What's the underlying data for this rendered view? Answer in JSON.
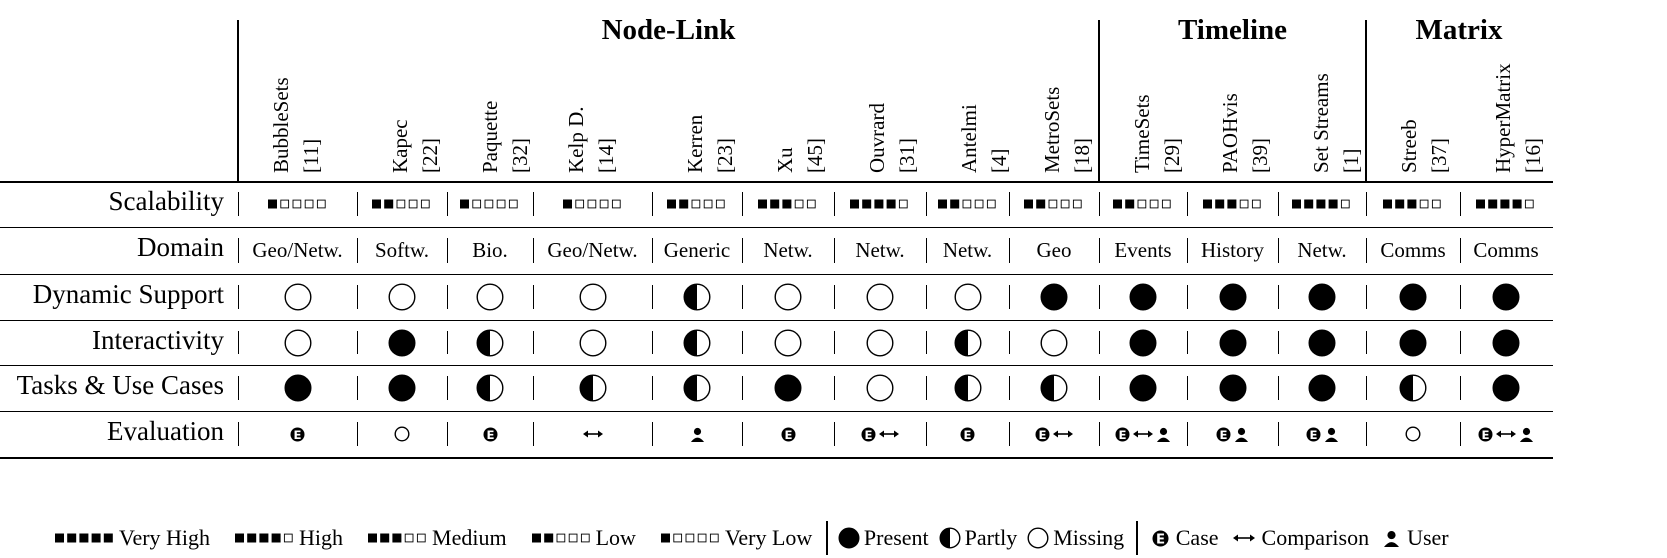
{
  "groups": [
    {
      "name": "Node-Link"
    },
    {
      "name": "Timeline"
    },
    {
      "name": "Matrix"
    }
  ],
  "columns": [
    {
      "name": "BubbleSets",
      "ref": "[11]"
    },
    {
      "name": "Kapec",
      "ref": "[22]"
    },
    {
      "name": "Paquette",
      "ref": "[32]"
    },
    {
      "name": "Kelp D.",
      "ref": "[14]"
    },
    {
      "name": "Kerren",
      "ref": "[23]"
    },
    {
      "name": "Xu",
      "ref": "[45]"
    },
    {
      "name": "Ouvrard",
      "ref": "[31]"
    },
    {
      "name": "Antelmi",
      "ref": "[4]"
    },
    {
      "name": "MetroSets",
      "ref": "[18]"
    },
    {
      "name": "TimeSets",
      "ref": "[29]"
    },
    {
      "name": "PAOHvis",
      "ref": "[39]"
    },
    {
      "name": "Set Streams",
      "ref": "[1]"
    },
    {
      "name": "Streeb",
      "ref": "[37]"
    },
    {
      "name": "HyperMatrix",
      "ref": "[16]"
    }
  ],
  "rows": {
    "scalability": {
      "label": "Scalability",
      "values": [
        1,
        2,
        1,
        1,
        2,
        3,
        4,
        2,
        2,
        2,
        3,
        4,
        3,
        4
      ]
    },
    "domain": {
      "label": "Domain",
      "values": [
        "Geo/Netw.",
        "Softw.",
        "Bio.",
        "Geo/Netw.",
        "Generic",
        "Netw.",
        "Netw.",
        "Netw.",
        "Geo",
        "Events",
        "History",
        "Netw.",
        "Comms",
        "Comms"
      ]
    },
    "dynamic": {
      "label": "Dynamic Support",
      "values": [
        "missing",
        "missing",
        "missing",
        "missing",
        "partly",
        "missing",
        "missing",
        "missing",
        "present",
        "present",
        "present",
        "present",
        "present",
        "present"
      ]
    },
    "interactivity": {
      "label": "Interactivity",
      "values": [
        "missing",
        "present",
        "partly",
        "missing",
        "partly",
        "missing",
        "missing",
        "partly",
        "missing",
        "present",
        "present",
        "present",
        "present",
        "present"
      ]
    },
    "tasks": {
      "label": "Tasks & Use Cases",
      "values": [
        "present",
        "present",
        "partly",
        "partly",
        "partly",
        "present",
        "missing",
        "partly",
        "partly",
        "present",
        "present",
        "present",
        "partly",
        "present"
      ]
    },
    "evaluation": {
      "label": "Evaluation",
      "values": [
        [
          "case"
        ],
        [
          "none"
        ],
        [
          "case"
        ],
        [
          "comparison"
        ],
        [
          "user"
        ],
        [
          "case"
        ],
        [
          "case",
          "comparison"
        ],
        [
          "case"
        ],
        [
          "case",
          "comparison"
        ],
        [
          "case",
          "comparison",
          "user"
        ],
        [
          "case",
          "user"
        ],
        [
          "case",
          "user"
        ],
        [
          "none"
        ],
        [
          "case",
          "comparison",
          "user"
        ]
      ]
    }
  },
  "icons": {
    "case": "case-study-icon",
    "comparison": "comparison-arrow-icon",
    "user": "user-study-icon",
    "present": "filled-circle-icon",
    "partly": "half-filled-circle-icon",
    "missing": "empty-circle-icon"
  },
  "legend": {
    "scalability": [
      {
        "level": 5,
        "label": "Very High"
      },
      {
        "level": 4,
        "label": "High"
      },
      {
        "level": 3,
        "label": "Medium"
      },
      {
        "level": 2,
        "label": "Low"
      },
      {
        "level": 1,
        "label": "Very Low"
      }
    ],
    "support": [
      {
        "kind": "present",
        "label": "Present"
      },
      {
        "kind": "partly",
        "label": "Partly"
      },
      {
        "kind": "missing",
        "label": "Missing"
      }
    ],
    "evaluation": [
      {
        "kind": "case",
        "label": "Case"
      },
      {
        "kind": "comparison",
        "label": "Comparison"
      },
      {
        "kind": "user",
        "label": "User"
      }
    ]
  }
}
